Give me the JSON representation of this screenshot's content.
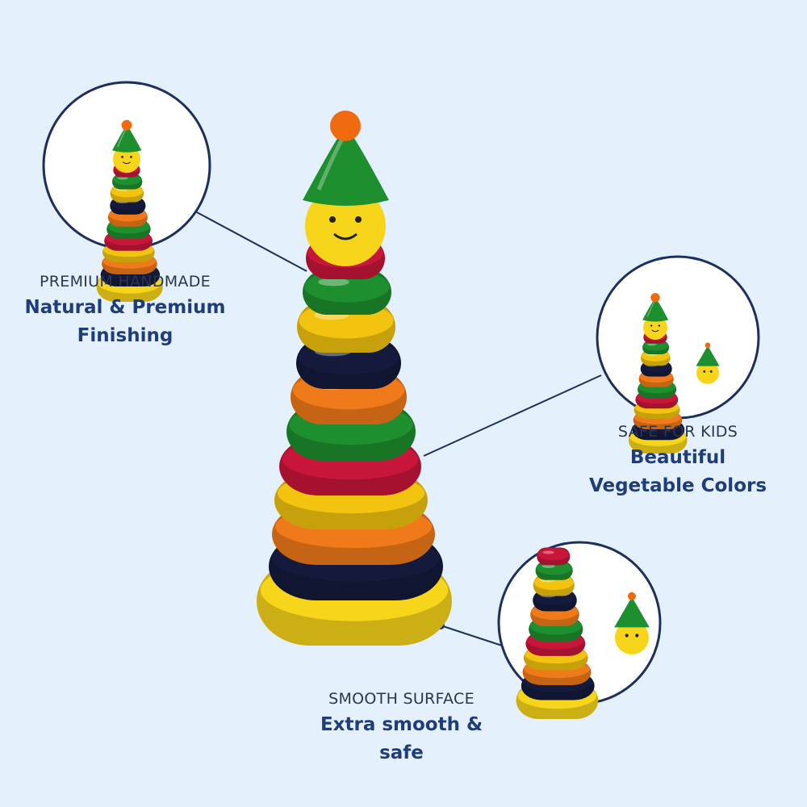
{
  "features": [
    {
      "title": "PREMIUM HANDMADE",
      "line1": "Natural & Premium",
      "line2": "Finishing"
    },
    {
      "title": "SAFE FOR KIDS",
      "line1": "Beautiful",
      "line2": "Vegetable Colors"
    },
    {
      "title": "SMOOTH SURFACE",
      "line1": "Extra smooth &",
      "line2": "safe"
    }
  ],
  "colors": {
    "background": "#e4f0fb",
    "text": "#1f3d7a",
    "circle_border": "#1d2f5e",
    "rings_top_to_bottom": [
      "#c8163a",
      "#1e8f2e",
      "#f2c40f",
      "#141a3c",
      "#f07a1a",
      "#1e8f2e",
      "#c8163a",
      "#f2c40f",
      "#f07a1a",
      "#141a3c",
      "#f7d51a"
    ],
    "hat": "#1e8f2e",
    "ball": "#f06a10",
    "head": "#f7d51a"
  }
}
